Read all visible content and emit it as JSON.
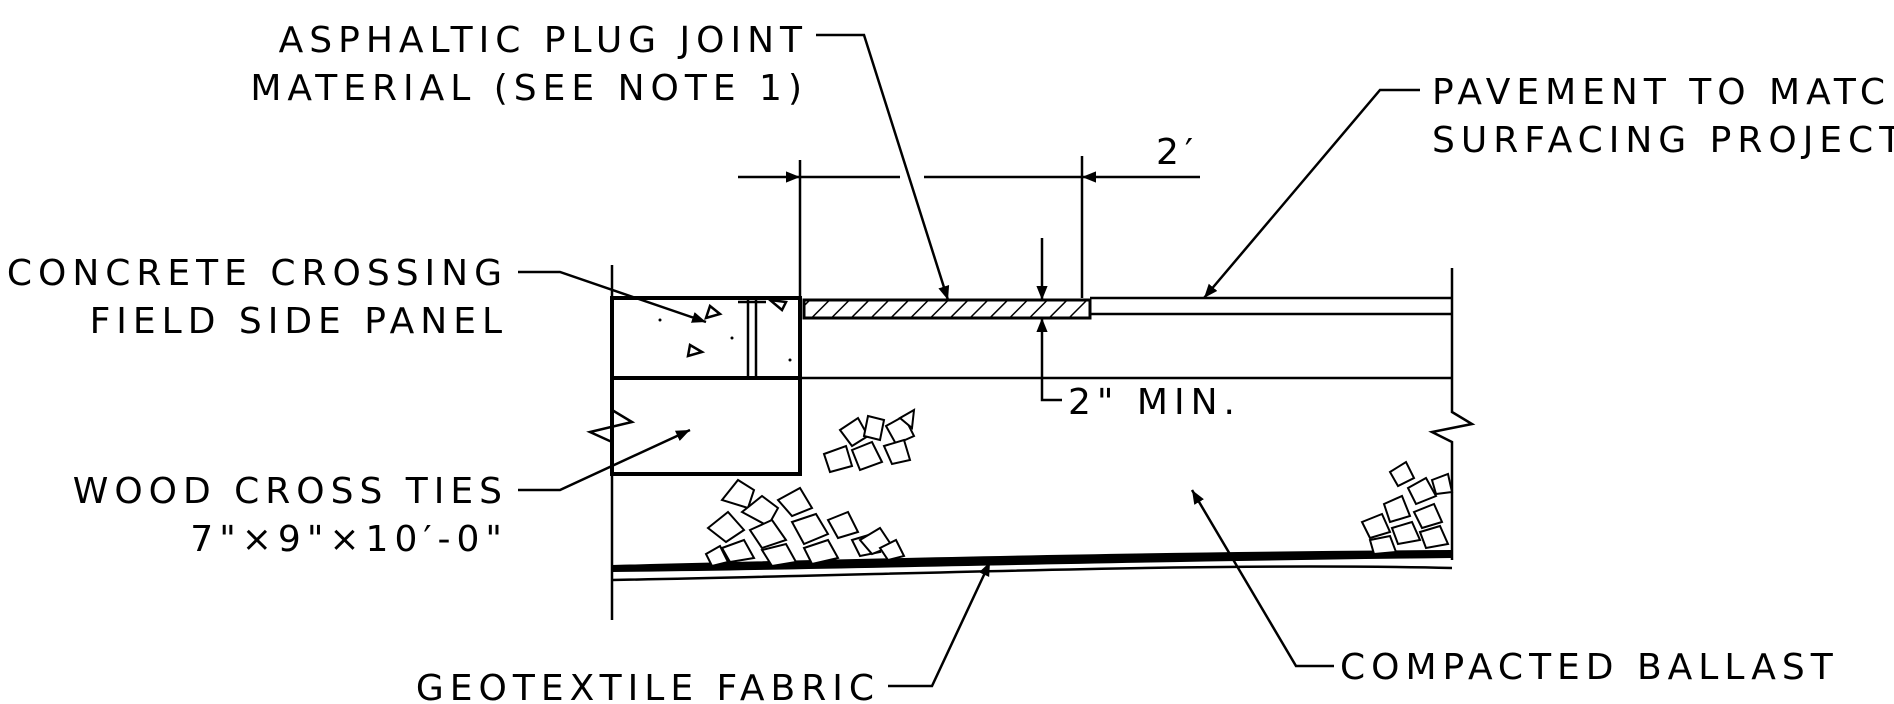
{
  "labels": {
    "asphaltic_line1": "ASPHALTIC PLUG JOINT",
    "asphaltic_line2": "MATERIAL (SEE NOTE 1)",
    "pavement_line1": "PAVEMENT TO MATCH",
    "pavement_line2": "SURFACING PROJECT",
    "dim_2ft": "2′",
    "concrete_line1": "CONCRETE CROSSING",
    "concrete_line2": "FIELD SIDE PANEL",
    "min_2in": "2\" MIN.",
    "wood_line1": "WOOD CROSS TIES",
    "wood_line2": "7\"×9\"×10′-0\"",
    "geotextile": "GEOTEXTILE FABRIC",
    "ballast": "COMPACTED BALLAST"
  }
}
